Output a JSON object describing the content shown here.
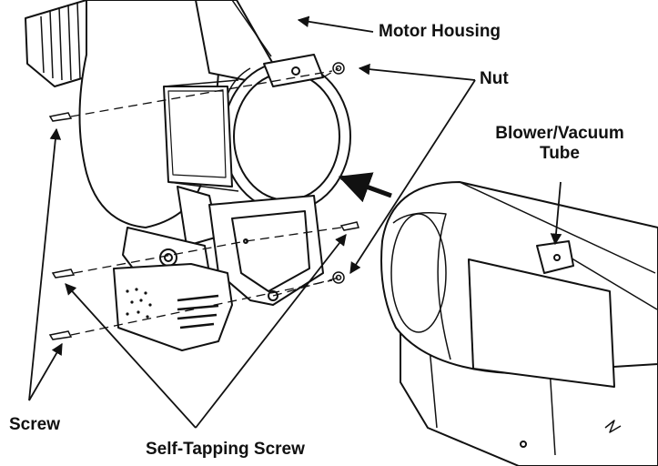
{
  "labels": {
    "motor_housing": "Motor Housing",
    "nut": "Nut",
    "blower_vacuum_tube_line1": "Blower/Vacuum",
    "blower_vacuum_tube_line2": "Tube",
    "screw": "Screw",
    "self_tapping_screw": "Self-Tapping Screw"
  },
  "colors": {
    "ink": "#111111",
    "fill": "#ffffff",
    "shade": "#d9d9d9"
  }
}
